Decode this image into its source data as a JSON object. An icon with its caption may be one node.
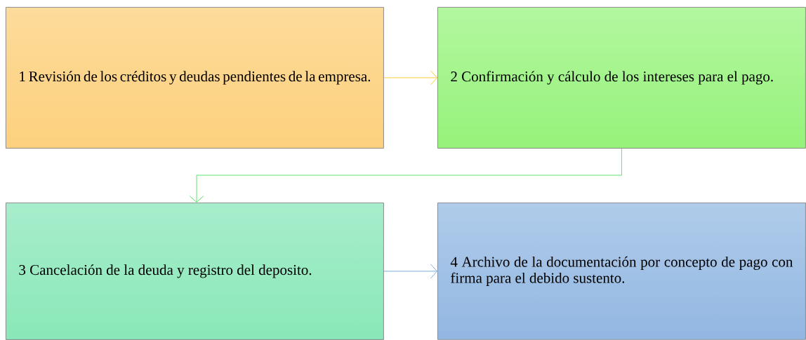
{
  "diagram": {
    "nodes": [
      {
        "text": [
          "1 Revisión de los créditos y deudas pendientes de la empresa."
        ]
      },
      {
        "text": [
          "2 Confirmación y cálculo de los intereses para el pago."
        ]
      },
      {
        "text": [
          "3 Cancelación de la deuda y registro del deposito."
        ]
      },
      {
        "text": [
          "4 Archivo de la documentación por concepto de pago con firma para el debido sustento."
        ]
      }
    ],
    "edges": [
      {
        "from": 0,
        "to": 1,
        "arrow": "to",
        "color": "#ffc000"
      },
      {
        "from": 1,
        "to": 2,
        "arrow": "to",
        "color": "#33dd44"
      },
      {
        "from": 2,
        "to": 3,
        "arrow": "to",
        "color": "#5b9bd5"
      }
    ]
  }
}
